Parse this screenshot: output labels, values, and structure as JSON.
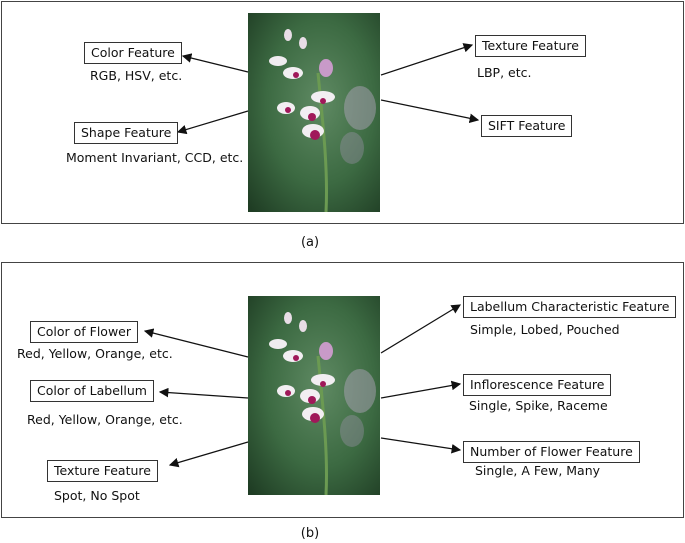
{
  "panel_a": {
    "caption": "(a)",
    "left": [
      {
        "label": "Color Feature",
        "sub": "RGB, HSV, etc."
      },
      {
        "label": "Shape Feature",
        "sub": "Moment Invariant, CCD, etc."
      }
    ],
    "right": [
      {
        "label": "Texture Feature",
        "sub": "LBP, etc."
      },
      {
        "label": "SIFT Feature",
        "sub": ""
      }
    ]
  },
  "panel_b": {
    "caption": "(b)",
    "left": [
      {
        "label": "Color of Flower",
        "sub": "Red, Yellow, Orange, etc."
      },
      {
        "label": "Color of Labellum",
        "sub": "Red, Yellow, Orange, etc."
      },
      {
        "label": "Texture Feature",
        "sub": "Spot, No Spot"
      }
    ],
    "right": [
      {
        "label": "Labellum Characteristic Feature",
        "sub": "Simple, Lobed, Pouched"
      },
      {
        "label": "Inflorescence Feature",
        "sub": "Single, Spike, Raceme"
      },
      {
        "label": "Number of Flower Feature",
        "sub": "Single, A Few, Many"
      }
    ]
  },
  "colors": {
    "line": "#111111",
    "foliage": "#2f5a34",
    "petal": "#f2eef2",
    "spot": "#a0185a"
  }
}
